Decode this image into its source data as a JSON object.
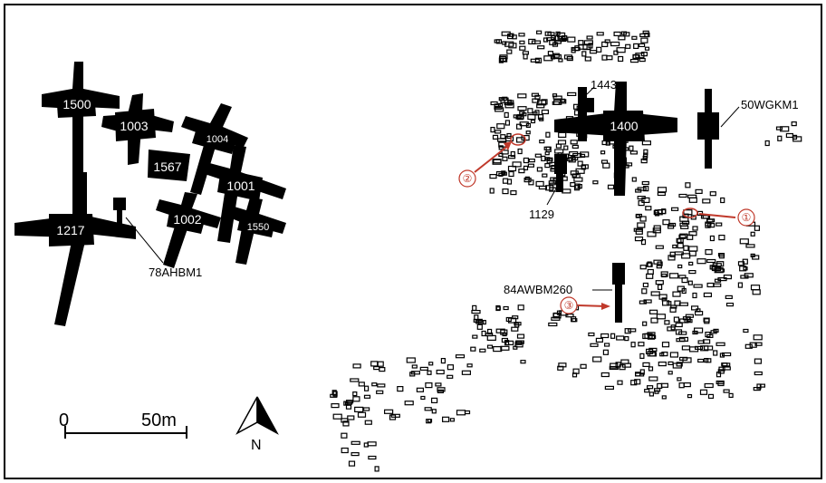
{
  "tombs": {
    "t1500": "1500",
    "t1003": "1003",
    "t1567": "1567",
    "t1004": "1004",
    "t1001": "1001",
    "t1217": "1217",
    "t1002": "1002",
    "t1550": "1550",
    "t1400": "1400",
    "t1443": "1443",
    "t1129": "1129",
    "t50WGKM1": "50WGKM1",
    "t78AHBM1": "78AHBM1",
    "t84AWBM260": "84AWBM260"
  },
  "markers": {
    "m1": "①",
    "m2": "②",
    "m3": "③"
  },
  "colors": {
    "marker": "#c0392b",
    "tomb": "#000000",
    "frame": "#000000"
  },
  "scale_bar": {
    "start_label": "0",
    "end_label": "50m"
  },
  "north_arrow": {
    "label": "N"
  }
}
